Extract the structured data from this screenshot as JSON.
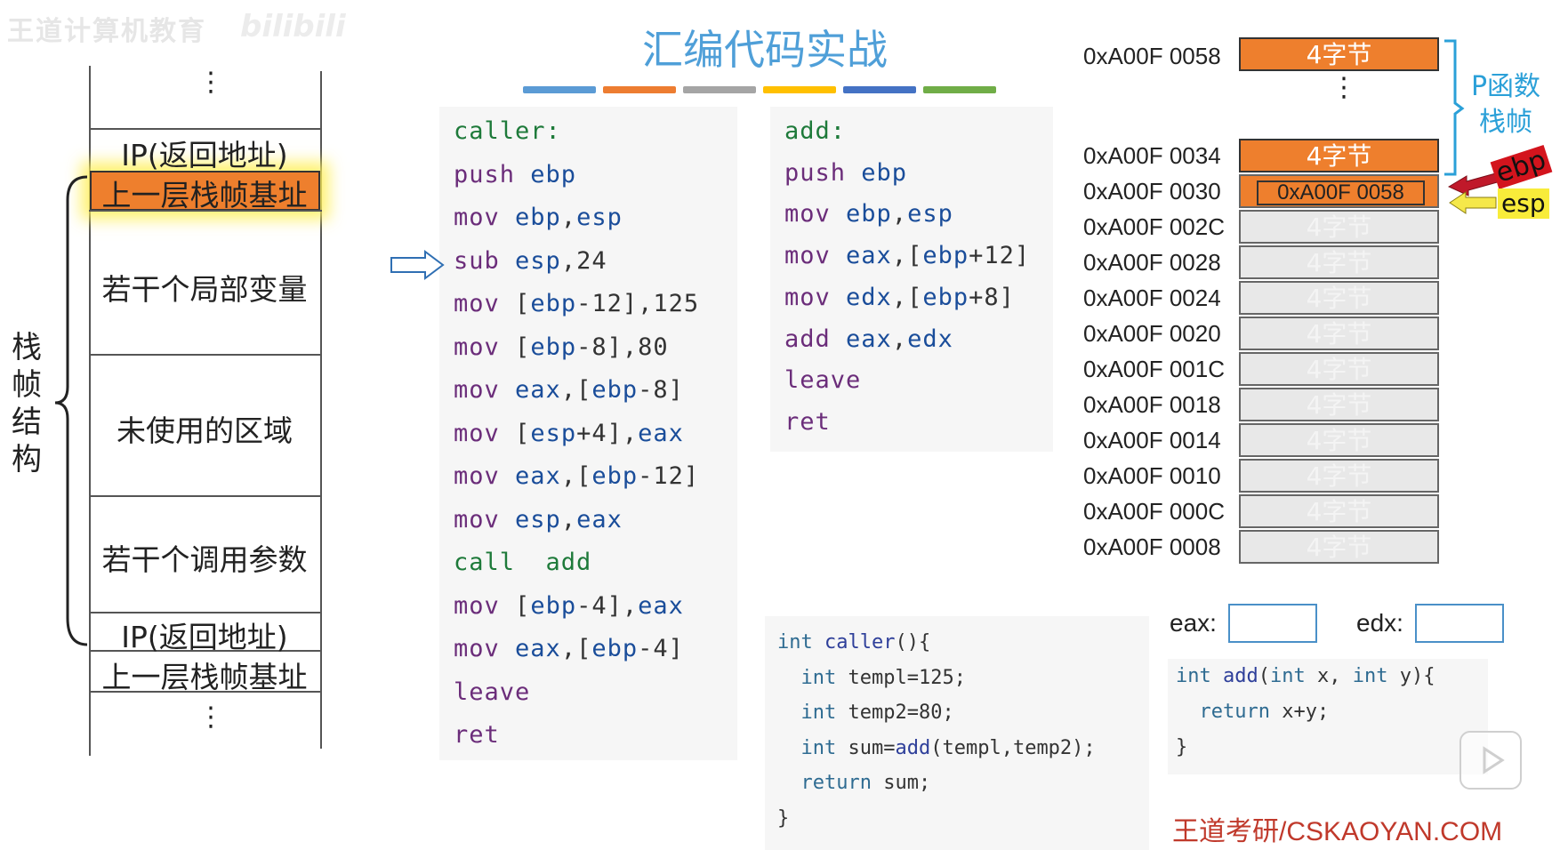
{
  "watermark": {
    "text": "王道计算机教育",
    "logo": "bilibili"
  },
  "title": "汇编代码实战",
  "color_bars": [
    "#5b9bd5",
    "#ed7d31",
    "#a5a5a5",
    "#ffc000",
    "#4472c4",
    "#70ad47"
  ],
  "stack_frame": {
    "side_label": "栈帧结构",
    "cells": [
      {
        "id": "top-dots",
        "text": "⋮"
      },
      {
        "id": "ip-top",
        "text": "IP(返回地址)"
      },
      {
        "id": "ebp-prev",
        "text": "上一层栈帧基址"
      },
      {
        "id": "locals",
        "text": "若干个局部变量"
      },
      {
        "id": "unused",
        "text": "未使用的区域"
      },
      {
        "id": "params",
        "text": "若干个调用参数"
      },
      {
        "id": "ip-bottom",
        "text": "IP(返回地址)"
      },
      {
        "id": "ebp-bottom",
        "text": "上一层栈帧基址"
      },
      {
        "id": "bottom-dots",
        "text": "⋮"
      }
    ]
  },
  "caller_asm": {
    "current_line_index": 3,
    "lines": [
      {
        "label": "caller:"
      },
      {
        "op": "push",
        "args": "ebp"
      },
      {
        "op": "mov",
        "args": "ebp,esp"
      },
      {
        "op": "sub",
        "args": "esp,24"
      },
      {
        "op": "mov",
        "args": "[ebp-12],125"
      },
      {
        "op": "mov",
        "args": "[ebp-8],80"
      },
      {
        "op": "mov",
        "args": "eax,[ebp-8]"
      },
      {
        "op": "mov",
        "args": "[esp+4],eax"
      },
      {
        "op": "mov",
        "args": "eax,[ebp-12]"
      },
      {
        "op": "mov",
        "args": "esp,eax"
      },
      {
        "op": "call",
        "args": "add"
      },
      {
        "op": "mov",
        "args": "[ebp-4],eax"
      },
      {
        "op": "mov",
        "args": "eax,[ebp-4]"
      },
      {
        "op": "leave",
        "args": ""
      },
      {
        "op": "ret",
        "args": ""
      }
    ]
  },
  "add_asm": {
    "lines": [
      {
        "label": "add:"
      },
      {
        "op": "push",
        "args": "ebp"
      },
      {
        "op": "mov",
        "args": "ebp,esp"
      },
      {
        "op": "mov",
        "args": "eax,[ebp+12]"
      },
      {
        "op": "mov",
        "args": "edx,[ebp+8]"
      },
      {
        "op": "add",
        "args": "eax,edx"
      },
      {
        "op": "leave",
        "args": ""
      },
      {
        "op": "ret",
        "args": ""
      }
    ]
  },
  "caller_c": [
    "int caller(){",
    "  int templ=125;",
    "  int temp2=80;",
    "  int sum=add(templ,temp2);",
    "  return sum;",
    "}"
  ],
  "add_c": [
    "int add(int x, int y){",
    "  return x+y;",
    "}"
  ],
  "memory": {
    "top": {
      "address": "0xA00F 0058",
      "content": "4字节"
    },
    "dots": "⋮",
    "rows": [
      {
        "address": "0xA00F 0034",
        "content": "4字节",
        "style": "orange"
      },
      {
        "address": "0xA00F 0030",
        "content": "0xA00F 0058",
        "style": "boxed"
      },
      {
        "address": "0xA00F 002C",
        "content": "4字节",
        "style": "gray"
      },
      {
        "address": "0xA00F 0028",
        "content": "4字节",
        "style": "gray"
      },
      {
        "address": "0xA00F 0024",
        "content": "4字节",
        "style": "gray"
      },
      {
        "address": "0xA00F 0020",
        "content": "4字节",
        "style": "gray"
      },
      {
        "address": "0xA00F 001C",
        "content": "4字节",
        "style": "gray"
      },
      {
        "address": "0xA00F 0018",
        "content": "4字节",
        "style": "gray"
      },
      {
        "address": "0xA00F 0014",
        "content": "4字节",
        "style": "gray"
      },
      {
        "address": "0xA00F 0010",
        "content": "4字节",
        "style": "gray"
      },
      {
        "address": "0xA00F 000C",
        "content": "4字节",
        "style": "gray"
      },
      {
        "address": "0xA00F 0008",
        "content": "4字节",
        "style": "gray"
      }
    ],
    "frame_label": "P函数栈帧",
    "ebp_label": "ebp",
    "esp_label": "esp"
  },
  "registers": {
    "eax_label": "eax:",
    "eax_value": "",
    "edx_label": "edx:",
    "edx_value": ""
  },
  "brand": "王道考研/CSKAOYAN.COM"
}
